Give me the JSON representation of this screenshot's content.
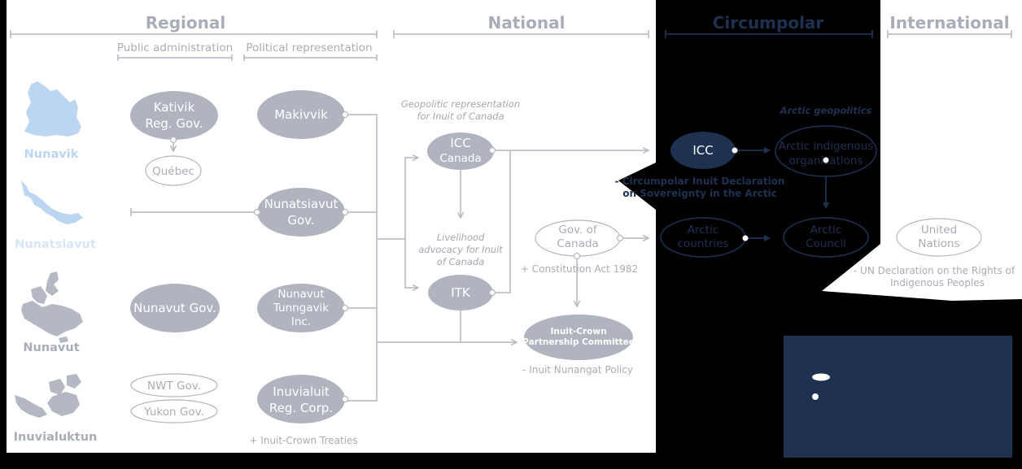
{
  "sections": {
    "regional": "Regional",
    "national": "National",
    "circumpolar": "Circumpolar",
    "international": "International"
  },
  "subheaders": {
    "public_administration": "Public administration",
    "political_representation": "Political representation"
  },
  "regions": {
    "nunavik": "Nunavik",
    "nunatsiavut": "Nunatsiavut",
    "nunavut": "Nunavut",
    "inuvialuktun": "Inuvialuktun"
  },
  "nodes": {
    "kativik_l1": "Kativik",
    "kativik_l2": "Reg. Gov.",
    "quebec": "Québec",
    "makivvik": "Makivvik",
    "nunatsiavut_gov_l1": "Nunatsiavut",
    "nunatsiavut_gov_l2": "Gov.",
    "nunavut_gov": "Nunavut Gov.",
    "ntinc_l1": "Nunavut",
    "ntinc_l2": "Tunngavik",
    "ntinc_l3": "Inc.",
    "nwt_gov": "NWT Gov.",
    "yukon_gov": "Yukon Gov.",
    "irc_l1": "Inuvialuit",
    "irc_l2": "Reg. Corp.",
    "icc_canada_l1": "ICC",
    "icc_canada_l2": "Canada",
    "itk": "ITK",
    "gov_canada_l1": "Gov. of",
    "gov_canada_l2": "Canada",
    "icpc_l1": "Inuit-Crown",
    "icpc_l2": "Partnership Committee",
    "icc": "ICC",
    "aio_l1": "Arctic indigenous",
    "aio_l2": "organizations",
    "arctic_countries_l1": "Arctic",
    "arctic_countries_l2": "countries",
    "arctic_council_l1": "Arctic",
    "arctic_council_l2": "Council",
    "un_l1": "United",
    "un_l2": "Nations"
  },
  "annotations": {
    "geopolitic_l1": "Geopolitic representation",
    "geopolitic_l2": "for Inuit of Canada",
    "livelihood_l1": "Livelihood",
    "livelihood_l2": "advocacy for Inuit",
    "livelihood_l3": "of Canada",
    "arctic_geopolitics": "Arctic geopolitics",
    "constitution_act": "+ Constitution Act 1982",
    "inuit_nunangat_policy": "- Inuit Nunangat Policy",
    "inuit_crown_treaties": "+ Inuit-Crown Treaties",
    "circumpolar_decl_l1": "- Circumpolar Inuit Declaration",
    "circumpolar_decl_l2": "on Sovereignty in the Arctic",
    "un_decl_l1": "- UN Declaration on the Rights of",
    "un_decl_l2": "Indigenous Peoples"
  },
  "colors": {
    "white_panel": "#ffffff",
    "black": "#000000",
    "gray_node": "#b0b4be",
    "map_blue": "#bcd6f1",
    "navy": "#1f3151",
    "legend_panel": "#1f3151"
  }
}
